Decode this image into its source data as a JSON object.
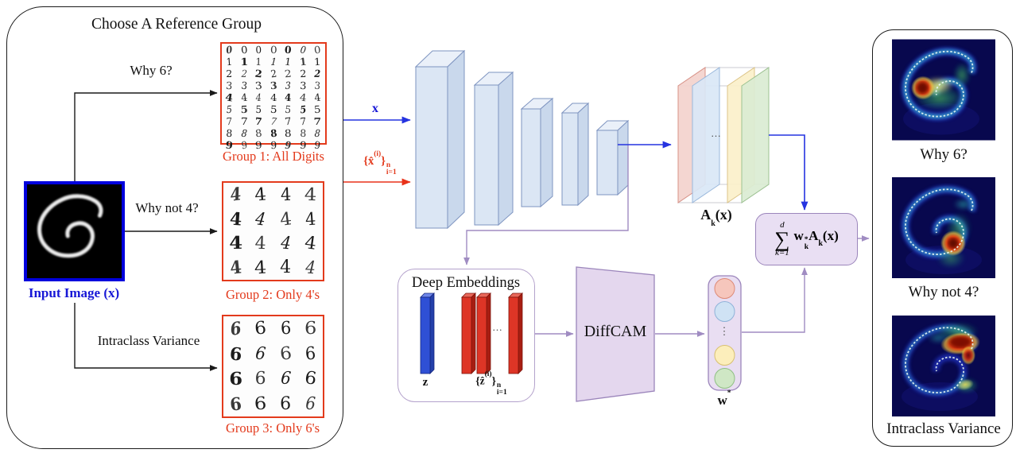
{
  "colors": {
    "accent_blue": "#1717d6",
    "accent_red": "#e33a1c",
    "purple_line": "#a08cc2",
    "cnn_block_fill": "#dbe6f4",
    "panel_border": "#1a1a1a"
  },
  "left_panel": {
    "title": "Choose A Reference Group",
    "input_image": {
      "label_pre": "Input Image (",
      "label_x": "x",
      "label_post": ")"
    },
    "branches": [
      {
        "question": "Why 6?",
        "group_label": "Group 1: All Digits",
        "grid": {
          "rows": [
            "0",
            "1",
            "2",
            "3",
            "4",
            "5",
            "7",
            "8",
            "9"
          ],
          "cols": 7
        }
      },
      {
        "question": "Why not 4?",
        "group_label": "Group 2: Only 4's",
        "grid": {
          "rows": [
            "4",
            "4",
            "4",
            "4"
          ],
          "cols": 4
        }
      },
      {
        "question": "Intraclass Variance",
        "group_label": "Group 3: Only 6's",
        "grid": {
          "rows": [
            "6",
            "6",
            "6",
            "6"
          ],
          "cols": 4
        }
      }
    ]
  },
  "network": {
    "input_arrow_label": "x",
    "reference_arrow": {
      "open": "{",
      "base": "x̂",
      "sup": "(i)",
      "close": "}",
      "top": "n",
      "bottom": "i=1"
    },
    "feature_maps": {
      "A": "A",
      "sub": "k",
      "rest": "(x)",
      "dots": "..."
    }
  },
  "embeddings": {
    "title": "Deep Embeddings",
    "z_label": "z",
    "zhat": {
      "open": "{",
      "base": "ẑ",
      "sup": "(i)",
      "close": "}",
      "top": "n",
      "bottom": "i=1"
    },
    "dots": "..."
  },
  "diffcam": {
    "label": "DiffCAM"
  },
  "weights": {
    "base": "w",
    "sup": "*",
    "dots": "⋮"
  },
  "sum_box": {
    "top": "d",
    "sigma": "∑",
    "bottom": "k=1",
    "w": "w",
    "w_sup": "*",
    "w_sub": "k",
    "A": "A",
    "A_sub": "k",
    "rest": "(x)"
  },
  "outputs": {
    "captions": [
      "Why 6?",
      "Why not 4?",
      "Intraclass Variance"
    ]
  }
}
